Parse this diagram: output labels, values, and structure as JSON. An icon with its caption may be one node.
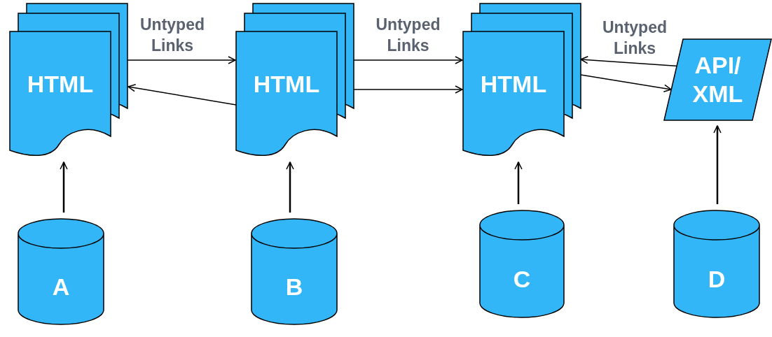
{
  "diagram": {
    "nodes": [
      {
        "text": [
          "HTML"
        ]
      },
      {
        "text": [
          "HTML"
        ]
      },
      {
        "text": [
          "HTML"
        ]
      },
      {
        "text": [
          "API/ XML"
        ]
      },
      {
        "text": [
          "A"
        ]
      },
      {
        "text": [
          "B"
        ]
      },
      {
        "text": [
          "C"
        ]
      },
      {
        "text": [
          "D"
        ]
      }
    ],
    "edges": [
      {
        "from": 0,
        "to": 1,
        "arrow": "to",
        "label": "Untyped Links"
      },
      {
        "from": 1,
        "to": 0,
        "arrow": "to"
      },
      {
        "from": 1,
        "to": 2,
        "arrow": "to",
        "label": "Untyped Links"
      },
      {
        "from": 1,
        "to": 2,
        "arrow": "to"
      },
      {
        "from": 3,
        "to": 2,
        "arrow": "to",
        "label": "Untyped Links"
      },
      {
        "from": 2,
        "to": 3,
        "arrow": "to"
      },
      {
        "from": 4,
        "to": 0,
        "arrow": "to"
      },
      {
        "from": 5,
        "to": 1,
        "arrow": "to"
      },
      {
        "from": 6,
        "to": 2,
        "arrow": "to"
      },
      {
        "from": 7,
        "to": 3,
        "arrow": "to"
      }
    ]
  }
}
